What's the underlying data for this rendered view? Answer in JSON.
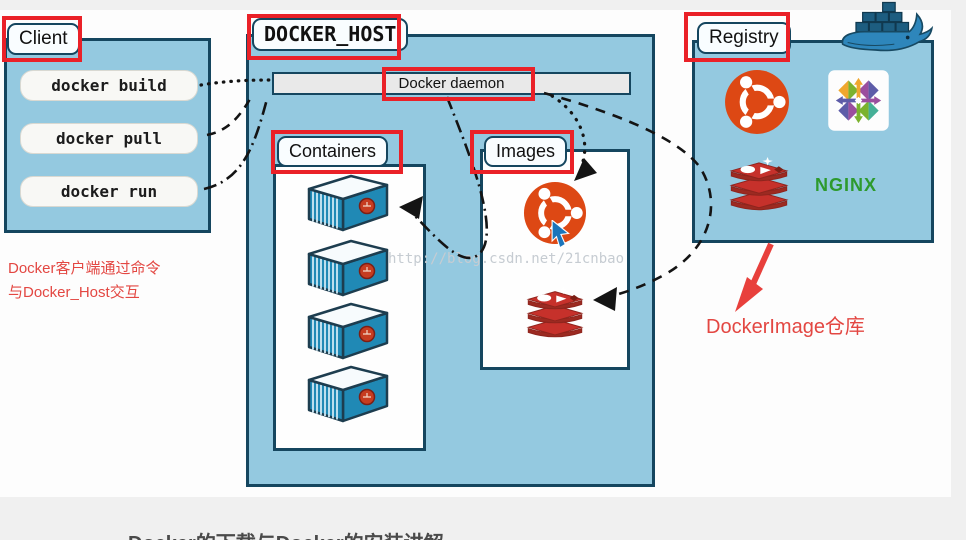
{
  "client": {
    "label": "Client",
    "commands": [
      "docker build",
      "docker pull",
      "docker run"
    ],
    "note_line1": "Docker客户端通过命令",
    "note_line2": "与Docker_Host交互"
  },
  "docker_host": {
    "label": "DOCKER_HOST",
    "daemon_label": "Docker daemon",
    "containers_label": "Containers",
    "images_label": "Images"
  },
  "registry": {
    "label": "Registry",
    "nginx_text": "NGINX",
    "note": "DockerImage仓库"
  },
  "watermark": "http://blog.csdn.net/21cnbao",
  "footer": {
    "clipped_text": "Docker的下载与Docker的安装讲解"
  },
  "icons": [
    "docker-whale-icon",
    "ubuntu-logo-icon",
    "centos-logo-icon",
    "redis-logo-icon",
    "nginx-logo",
    "container-icon",
    "cursor-icon"
  ],
  "colors": {
    "highlight_red": "#ea2128",
    "annotation_red": "#e34742",
    "box_fill": "#94c9e0",
    "box_border": "#15465f",
    "ubuntu_orange": "#dd4814",
    "redis_red": "#c6312b",
    "nginx_green": "#2d9a2d",
    "container_teal": "#2089b5"
  }
}
